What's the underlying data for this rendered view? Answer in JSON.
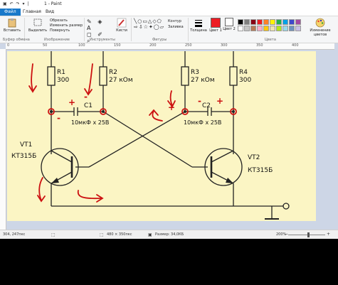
{
  "window": {
    "title": "1 - Paint",
    "quick_access": "▣ ↶ ↷ ▾ |"
  },
  "tabs": [
    {
      "label": "Файл"
    },
    {
      "label": "Главная"
    },
    {
      "label": "Вид"
    }
  ],
  "ribbon": {
    "paste": "Вставить",
    "select": "Выделить",
    "crop": "Обрезать",
    "resize": "Изменить размер",
    "rotate": "Повернуть",
    "brushes": "Кисти",
    "outline": "Контур",
    "fill": "Заливка",
    "thickness": "Толщина",
    "color1": "Цвет 1",
    "color2": "Цвет 2",
    "edit_colors": "Изменение цветов",
    "groups": {
      "clipboard": "Буфер обмена",
      "image": "Изображение",
      "tools": "Инструменты",
      "shapes": "Фигуры",
      "colors": "Цвета"
    },
    "palette": [
      "#000000",
      "#7f7f7f",
      "#880015",
      "#ed1c24",
      "#ff7f27",
      "#fff200",
      "#22b14c",
      "#00a2e8",
      "#3f48cc",
      "#a349a4",
      "#ffffff",
      "#c3c3c3",
      "#b97a57",
      "#ffaec9",
      "#ffc90e",
      "#efe4b0",
      "#b5e61d",
      "#99d9ea",
      "#7092be",
      "#c8bfe7"
    ]
  },
  "ruler": {
    "ticks": [
      "0",
      "50",
      "100",
      "150",
      "200",
      "250",
      "300",
      "350",
      "400"
    ]
  },
  "schematic": {
    "r1": "R1",
    "r1v": "300",
    "r2": "R2",
    "r2v": "27 кОм",
    "r3": "R3",
    "r3v": "27 кОм",
    "r4": "R4",
    "r4v": "300",
    "c1": "C1",
    "c1v": "10мкФ х 25В",
    "c2": "C2",
    "c2v": "10мкФ х 25В",
    "vt1": "VT1",
    "vt1t": "КТ315Б",
    "vt2": "VT2",
    "vt2t": "КТ315Б",
    "plus": "+",
    "minus": "-"
  },
  "status": {
    "cursor": "304, 247пкс",
    "size": "480 × 350пкс",
    "filesize": "Размер: 34,0КБ",
    "zoom": "200%"
  },
  "colors": {
    "annotation": "#cc1111",
    "accent": "#1979ca",
    "canvas_bg": "#fbf5c4"
  }
}
